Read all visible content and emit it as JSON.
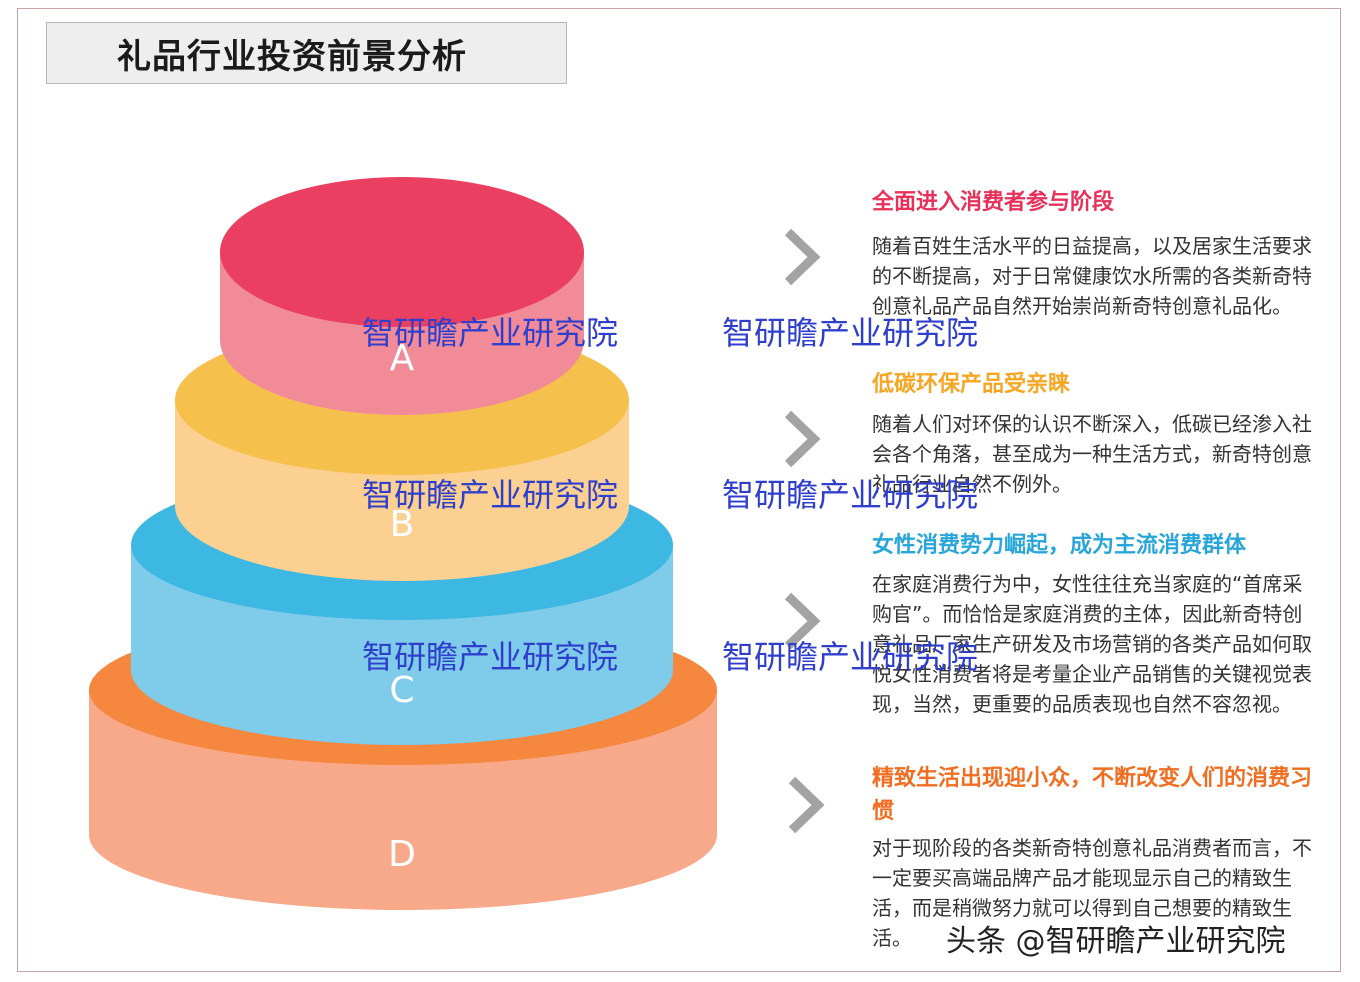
{
  "title": "礼品行业投资前景分析",
  "layers": [
    {
      "letter": "A",
      "color_top": "#ea3f60",
      "color_side": "#f28b98"
    },
    {
      "letter": "B",
      "color_top": "#f6c04d",
      "color_side": "#fbd090"
    },
    {
      "letter": "C",
      "color_top": "#3db8e3",
      "color_side": "#7ecbea"
    },
    {
      "letter": "D",
      "color_top": "#f5873e",
      "color_side": "#f7a98a"
    }
  ],
  "sections": [
    {
      "title": "全面进入消费者参与阶段",
      "color": "#e8315a",
      "body": "随着百姓生活水平的日益提高，以及居家生活要求的不断提高，对于日常健康饮水所需的各类新奇特创意礼品产品自然开始崇尚新奇特创意礼品化。"
    },
    {
      "title": "低碳环保产品受亲睐",
      "color": "#f5a623",
      "body": "随着人们对环保的认识不断深入，低碳已经渗入社会各个角落，甚至成为一种生活方式，新奇特创意礼品行业自然不例外。"
    },
    {
      "title": "女性消费势力崛起，成为主流消费群体",
      "color": "#29a6d9",
      "body": "在家庭消费行为中，女性往往充当家庭的“首席采购官”。而恰恰是家庭消费的主体，因此新奇特创意礼品厂家生产研发及市场营销的各类产品如何取悦女性消费者将是考量企业产品销售的关键视觉表现，当然，更重要的品质表现也自然不容忽视。"
    },
    {
      "title": "精致生活出现迎小众，不断改变人们的消费习惯",
      "color": "#f06d22",
      "body": "对于现阶段的各类新奇特创意礼品消费者而言，不一定要买高端品牌产品才能现显示自己的精致生活，而是稍微努力就可以得到自己想要的精致生活。"
    }
  ],
  "watermark": "智研瞻产业研究院",
  "footer_watermark": "头条 @智研瞻产业研究院"
}
